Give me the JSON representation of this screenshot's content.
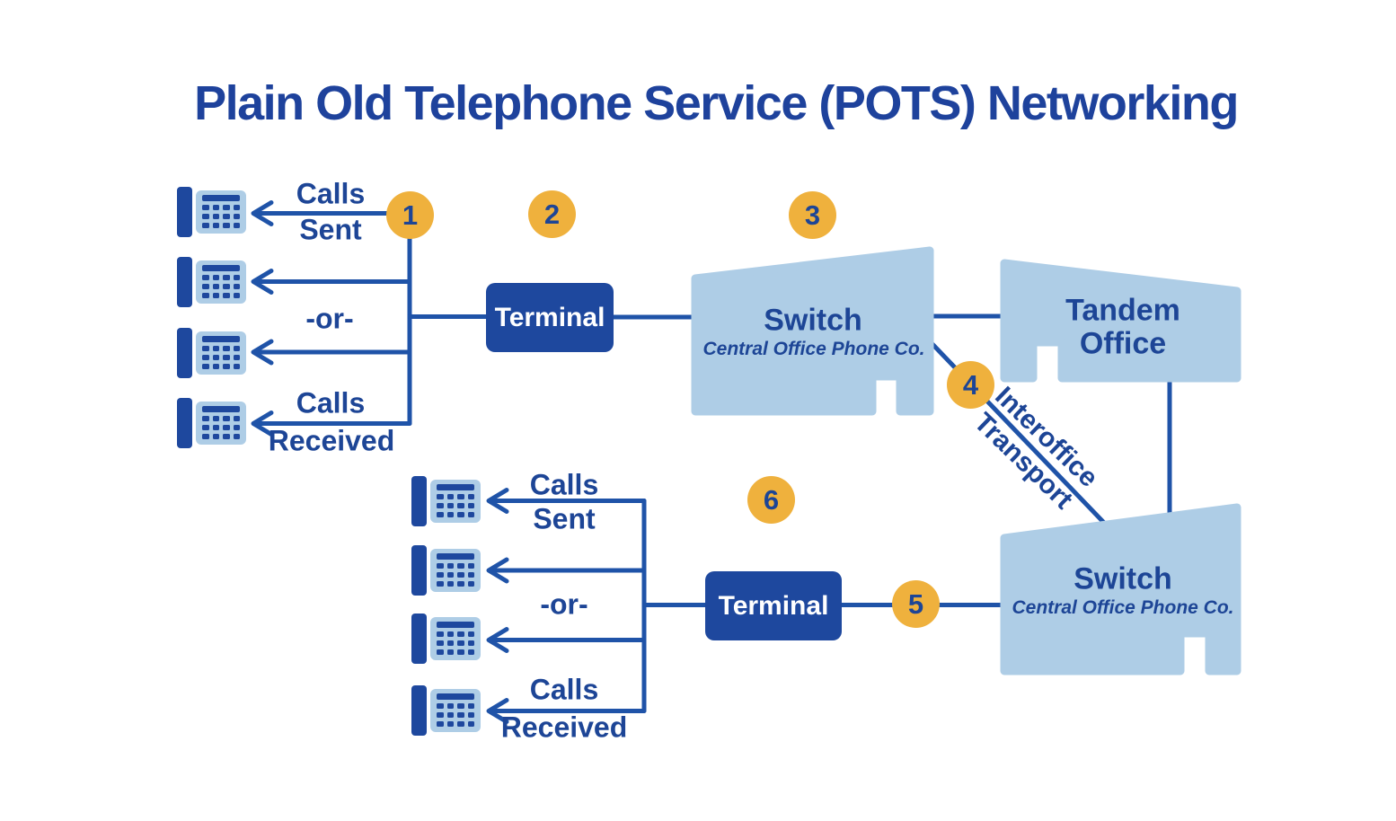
{
  "title": "Plain Old Telephone Service (POTS) Networking",
  "palette": {
    "dark_blue": "#1e489e",
    "text_blue": "#1d4596",
    "light_blue": "#aecde6",
    "line_blue": "#1f53a8",
    "badge_orange": "#efb13d",
    "background": "#ffffff"
  },
  "steps": [
    "1",
    "2",
    "3",
    "4",
    "5",
    "6"
  ],
  "phone_labels": {
    "calls": "Calls",
    "sent": "Sent",
    "or": "-or-",
    "received": "Received"
  },
  "nodes": {
    "terminal": {
      "label": "Terminal"
    },
    "switch_central_office": {
      "title": "Switch",
      "subtitle": "Central Office Phone Co."
    },
    "tandem_office": {
      "line1": "Tandem",
      "line2": "Office"
    },
    "interoffice_transport": {
      "line1": "Interoffice",
      "line2": "Transport"
    }
  }
}
